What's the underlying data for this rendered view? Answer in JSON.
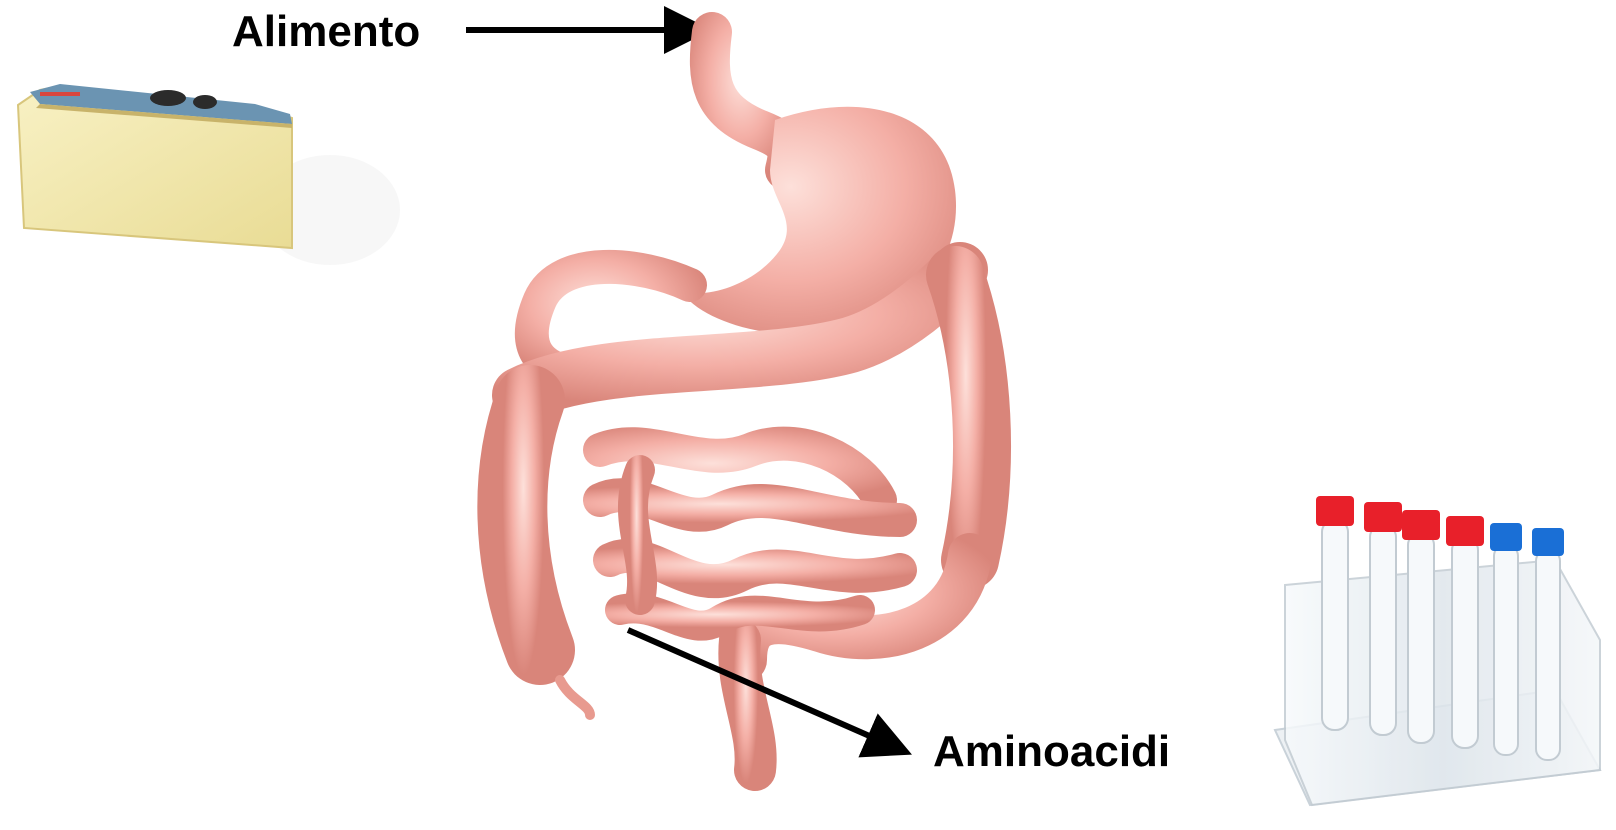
{
  "labels": {
    "food": "Alimento",
    "amino_acids": "Aminoacidi"
  },
  "illustrations": {
    "food": "cheese-wedge",
    "digestive_system": "stomach-and-intestines",
    "test_tubes": "test-tube-rack"
  },
  "colors": {
    "arrow": "#000000",
    "tissue": "#f2a59c",
    "tissue_light": "#fbd3cc",
    "tissue_dark": "#d98479",
    "cheese": "#f3eab0",
    "cheese_rind": "#5b8fb0",
    "cap_red": "#e8202a",
    "cap_blue": "#1a6fd6",
    "glass": "#e9eef2"
  }
}
